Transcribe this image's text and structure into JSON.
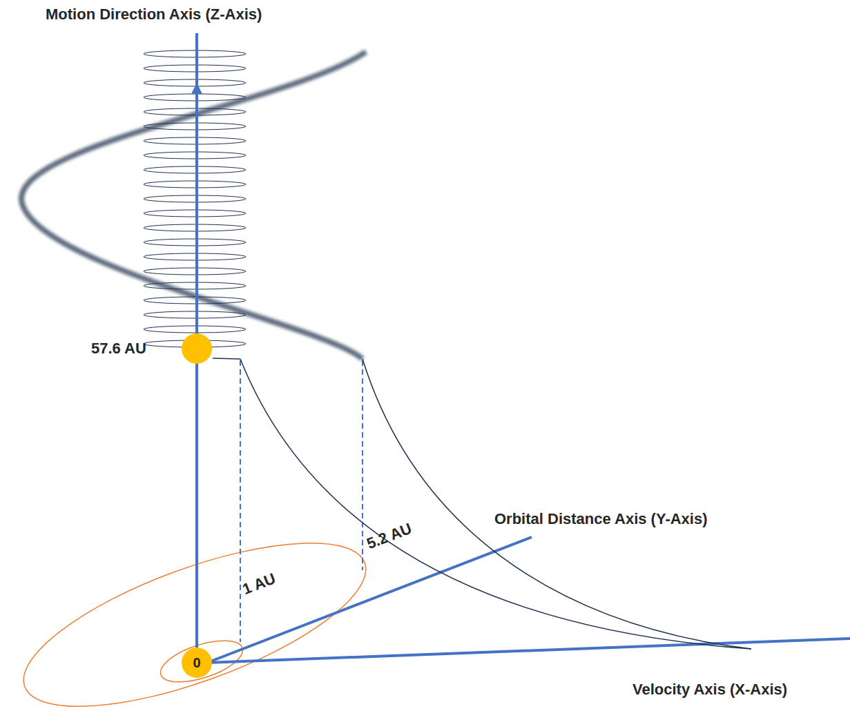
{
  "diagram": {
    "nodes": [
      {
        "text": [
          "0"
        ]
      }
    ],
    "labels": [
      "Motion Direction Axis (Z-Axis)",
      "57.6 AU",
      "Orbital Distance Axis (Y-Axis)",
      "Velocity Axis (X-Axis)",
      "1 AU",
      "5.2 AU"
    ]
  }
}
